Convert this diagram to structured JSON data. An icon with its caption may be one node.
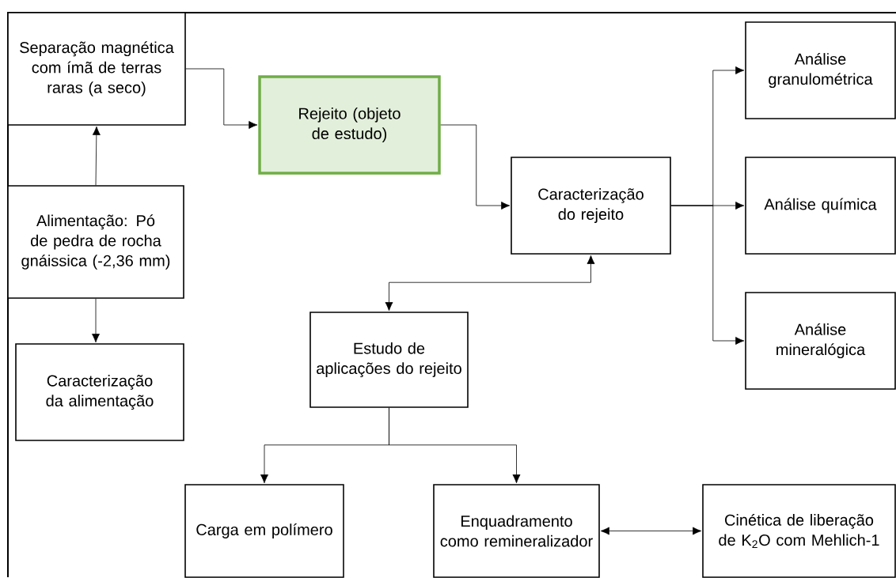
{
  "diagram": {
    "nodes": [
      {
        "text": [
          "Separação magnética com ímã de terras raras (a seco)"
        ]
      },
      {
        "text": [
          "Rejeito (objeto de estudo)"
        ]
      },
      {
        "text": [
          "Caracterização do rejeito"
        ]
      },
      {
        "text": [
          "Alimentação: Pó de pedra de rocha gnáissica (-2,36 mm)"
        ]
      },
      {
        "text": [
          "Caracterização da alimentação"
        ]
      },
      {
        "text": [
          "Estudo de aplicações do rejeito"
        ]
      },
      {
        "text": [
          "Análise granulométrica"
        ]
      },
      {
        "text": [
          "Análise química"
        ]
      },
      {
        "text": [
          "Análise mineralógica"
        ]
      },
      {
        "text": [
          "Carga em polímero"
        ]
      },
      {
        "text": [
          "Enquadramento como remineralizador"
        ]
      },
      {
        "text": [
          "Cinética de liberação de K$_{2}$O com Mehlich-1"
        ]
      }
    ],
    "edges": [
      {
        "from": 0,
        "to": 1,
        "arrow": "to"
      },
      {
        "from": 3,
        "to": 0,
        "arrow": "to"
      },
      {
        "from": 3,
        "to": 4,
        "arrow": "to"
      },
      {
        "from": 1,
        "to": 2,
        "arrow": "to"
      },
      {
        "from": 2,
        "to": 6,
        "arrow": "to"
      },
      {
        "from": 2,
        "to": 7,
        "arrow": "to"
      },
      {
        "from": 2,
        "to": 8,
        "arrow": "to"
      },
      {
        "from": 5,
        "to": 2,
        "arrow": "both"
      },
      {
        "from": 5,
        "to": 9,
        "arrow": "to"
      },
      {
        "from": 5,
        "to": 10,
        "arrow": "to"
      },
      {
        "from": 10,
        "to": 11,
        "arrow": "both"
      }
    ]
  }
}
